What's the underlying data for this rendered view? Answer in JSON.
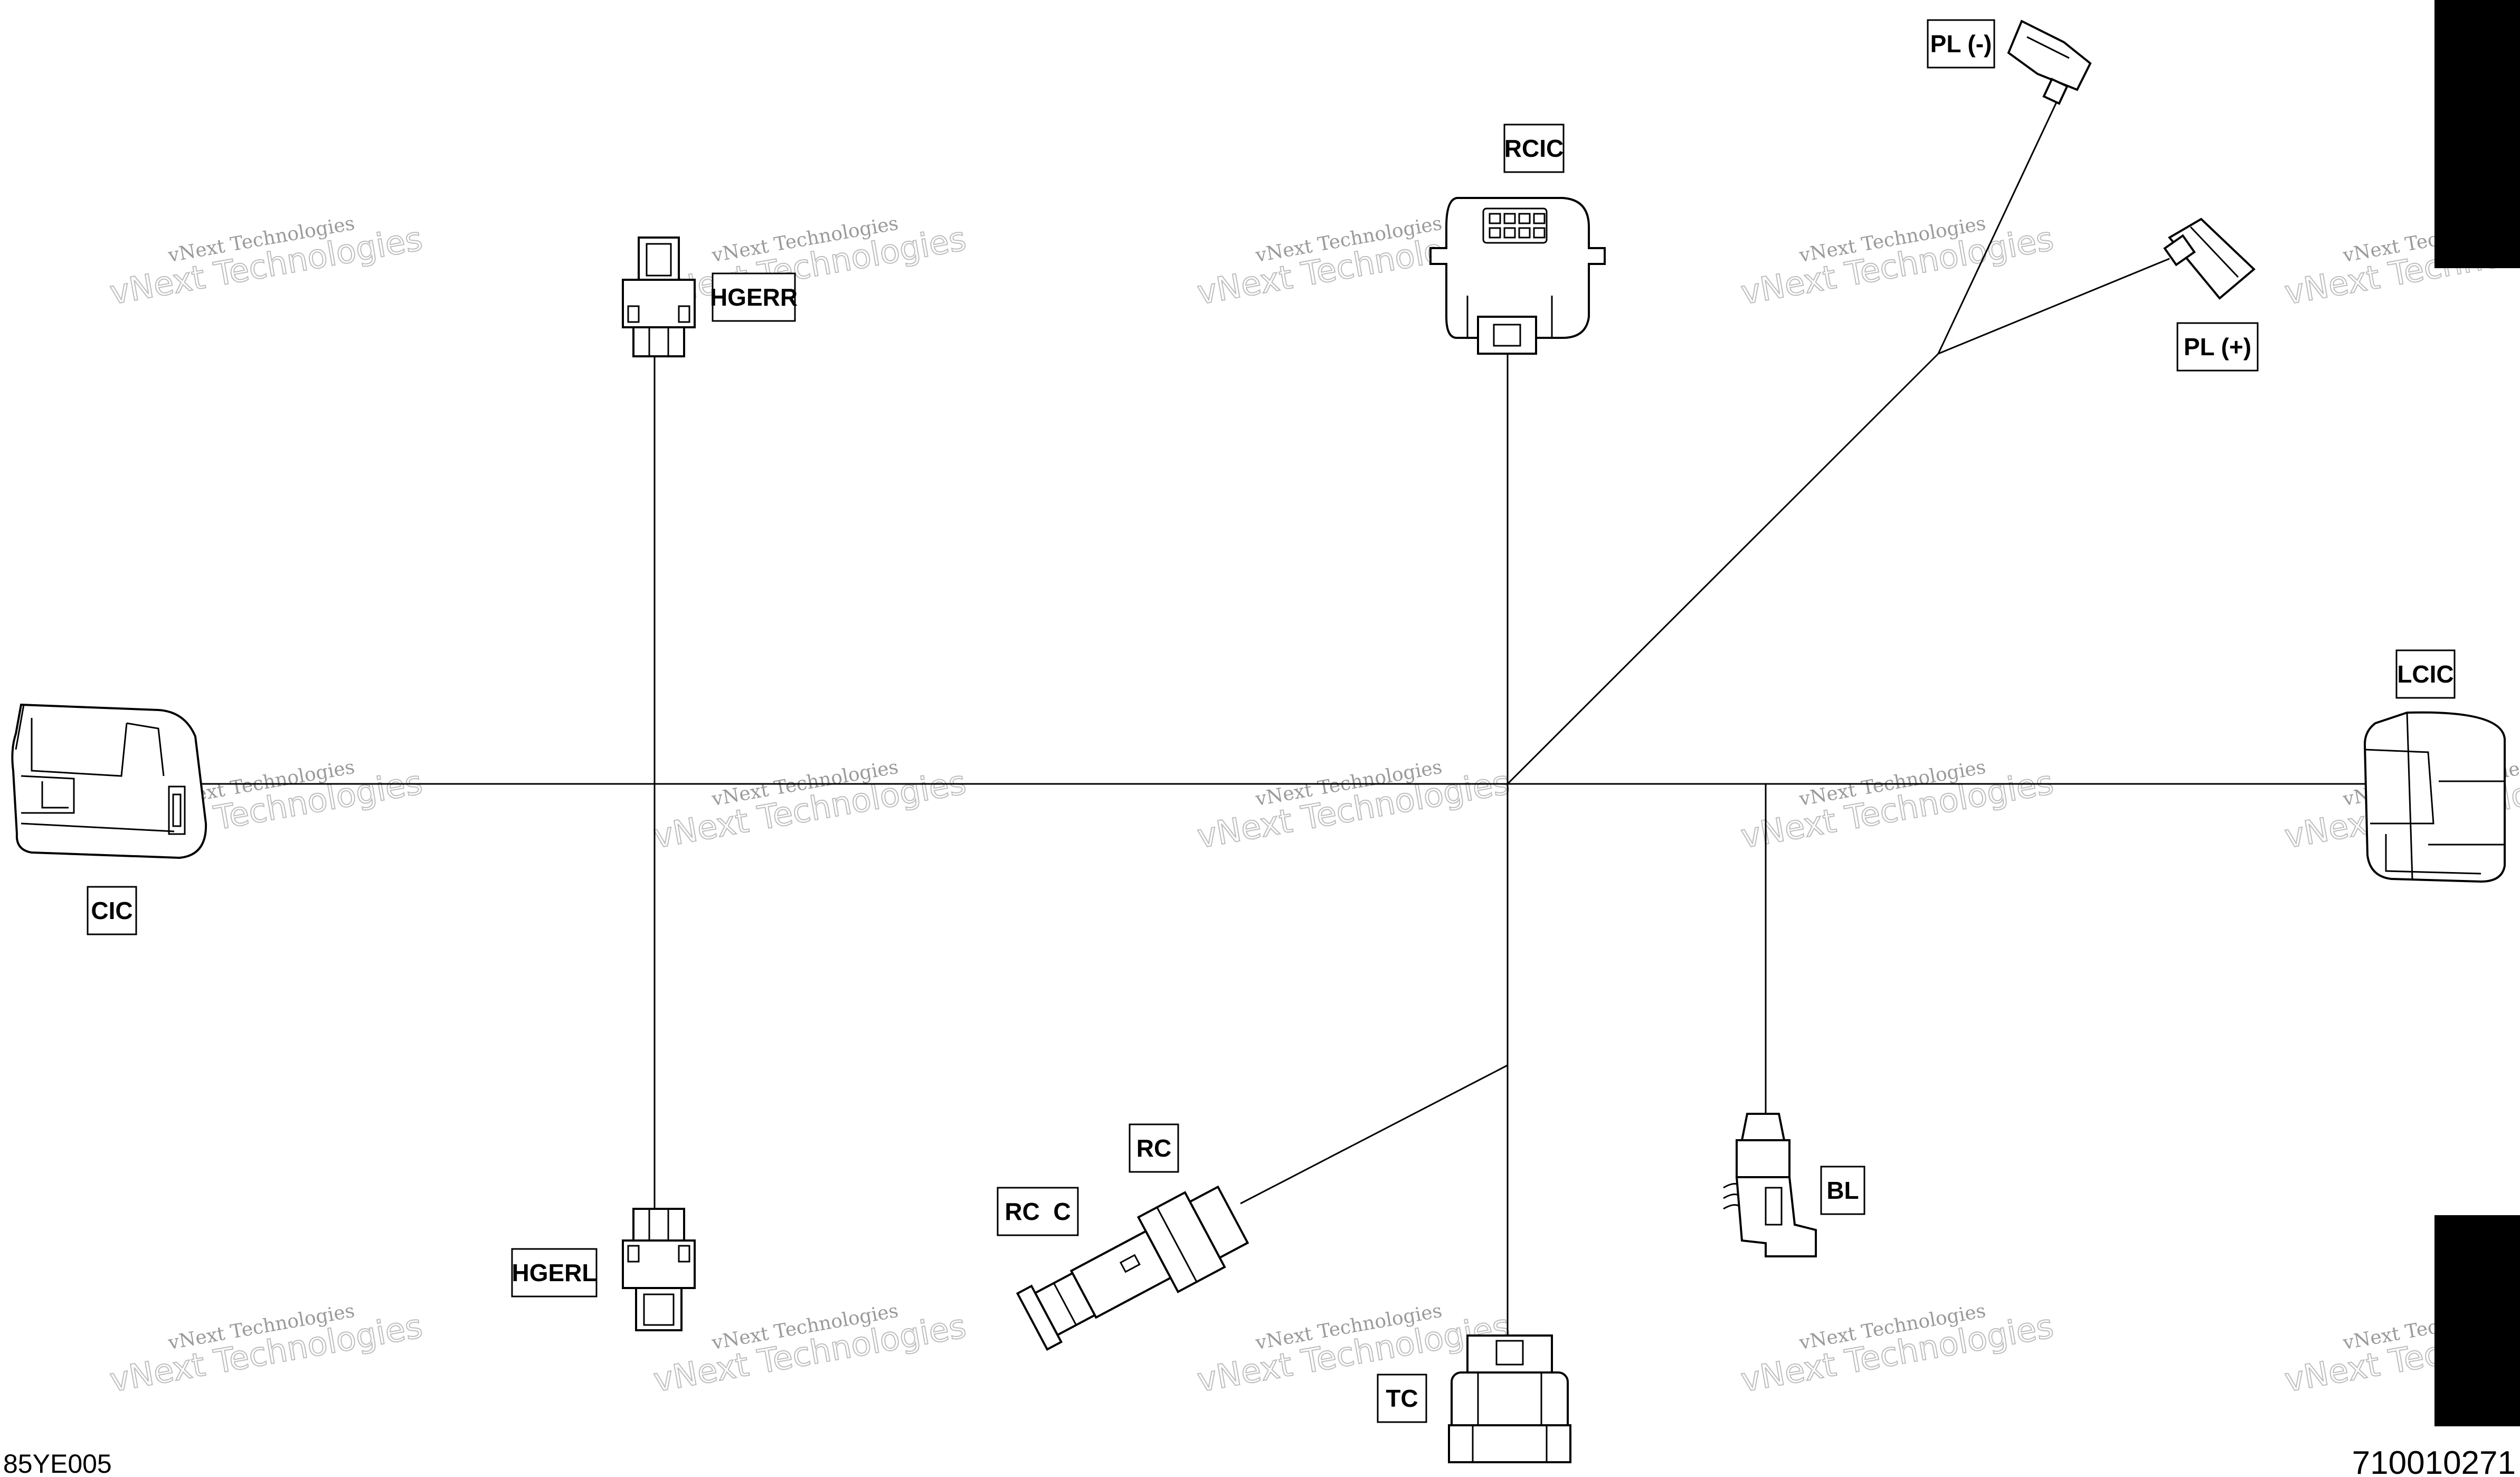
{
  "labels": {
    "pl_minus": "PL (-)",
    "rcic": "RCIC",
    "hgerr": "HGERR",
    "pl_plus": "PL (+)",
    "lcic": "LCIC",
    "cic": "CIC",
    "rc": "RC",
    "rc_c": "RC  C",
    "hgerl": "HGERL",
    "bl": "BL",
    "tc": "TC"
  },
  "watermark": {
    "line1": "vNext Technologies",
    "line2": "vNext Technologies"
  },
  "footer": {
    "left_code": "85YE005",
    "right_code": "710010271"
  },
  "colors": {
    "line": "#000000",
    "background": "#ffffff",
    "watermark": "#a8a8a8"
  }
}
